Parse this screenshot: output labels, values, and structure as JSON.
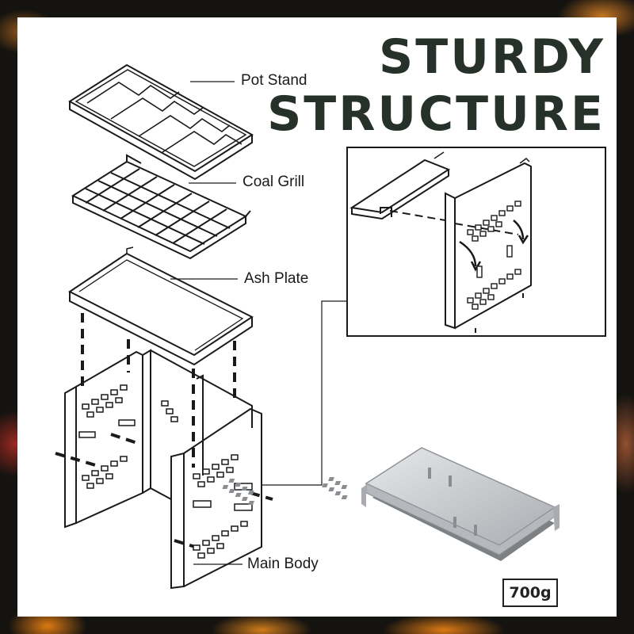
{
  "headline": {
    "line1": "STURDY",
    "line2": "STRUCTURE"
  },
  "parts": {
    "pot_stand": "Pot Stand",
    "coal_grill": "Coal Grill",
    "ash_plate": "Ash Plate",
    "main_body": "Main Body"
  },
  "weight_badge": "700g",
  "colors": {
    "headline": "#26312a",
    "panel": "#ffffff",
    "line_art": "#1a1a1a",
    "metal": "#c9ccd0"
  }
}
